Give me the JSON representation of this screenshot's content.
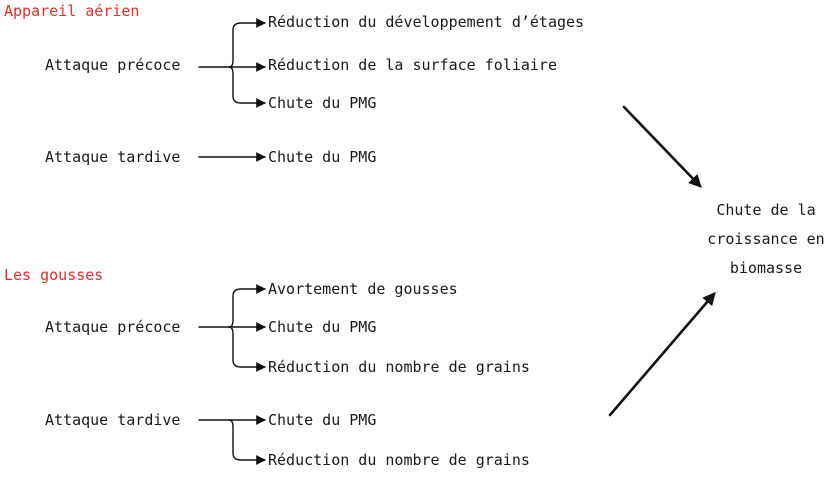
{
  "sections": [
    {
      "title": "Appareil aérien",
      "groups": [
        {
          "attack": "Attaque précoce",
          "effects": [
            "Réduction du développement d’étages",
            "Réduction de la surface foliaire",
            "Chute du PMG"
          ]
        },
        {
          "attack": "Attaque tardive",
          "effects": [
            "Chute du PMG"
          ]
        }
      ]
    },
    {
      "title": "Les gousses",
      "groups": [
        {
          "attack": "Attaque précoce",
          "effects": [
            "Avortement de gousses",
            "Chute du PMG",
            "Réduction du nombre de grains"
          ]
        },
        {
          "attack": "Attaque tardive",
          "effects": [
            "Chute du PMG",
            "Réduction du nombre de grains"
          ]
        }
      ]
    }
  ],
  "outcome": {
    "line1": "Chute de la",
    "line2": "croissance en",
    "line3": "biomasse"
  },
  "colors": {
    "section_title": "#e0312a",
    "text": "#1a1a1a",
    "lines": "#111111"
  }
}
